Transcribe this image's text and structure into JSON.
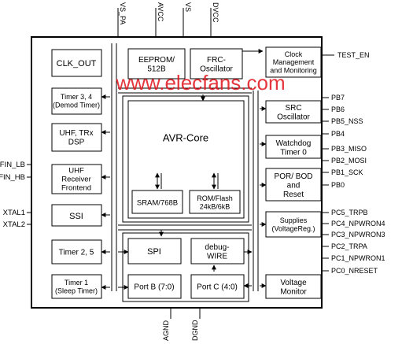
{
  "watermark": "www.elecfans.com",
  "top_pins": [
    "VS_PA",
    "AVCC",
    "VS",
    "DVCC"
  ],
  "bottom_pins": [
    "AGND",
    "DGND"
  ],
  "left_pins": [
    "RFIN_LB",
    "RFIN_HB",
    "XTAL1",
    "XTAL2"
  ],
  "right_pins": [
    "TEST_EN",
    "PB7",
    "PB6",
    "PB5_NSS",
    "PB4",
    "PB3_MISO",
    "PB2_MOSI",
    "PB1_SCK",
    "PB0",
    "PC5_TRPB",
    "PC4_NPWRON4",
    "PC3_NPWRON3",
    "PC2_TRPA",
    "PC1_NPWRON1",
    "PC0_NRESET"
  ],
  "blocks": {
    "clk_out": [
      "CLK_OUT"
    ],
    "timer34": [
      "Timer 3, 4",
      "(Demod Timer)"
    ],
    "uhf_dsp": [
      "UHF, TRx",
      "DSP"
    ],
    "uhf_frontend": [
      "UHF",
      "Receiver",
      "Frontend"
    ],
    "ssi": [
      "SSI"
    ],
    "timer25": [
      "Timer 2, 5"
    ],
    "timer1": [
      "Timer 1",
      "(Sleep Timer)"
    ],
    "eeprom": [
      "EEPROM/",
      "512B"
    ],
    "frc_osc": [
      "FRC-",
      "Oscillator"
    ],
    "clock_mgmt": [
      "Clock",
      "Management",
      "and Monitoring"
    ],
    "avr_core": [
      "AVR-Core"
    ],
    "sram": [
      "SRAM/768B"
    ],
    "rom_flash": [
      "ROM/Flash",
      "24kB/6kB"
    ],
    "src_osc": [
      "SRC",
      "Oscillator"
    ],
    "watchdog": [
      "Watchdog",
      "Timer 0"
    ],
    "por_bod": [
      "POR/ BOD",
      "and",
      "Reset"
    ],
    "supplies": [
      "Supplies",
      "(VoltageReg.)"
    ],
    "spi": [
      "SPI"
    ],
    "debugwire": [
      "debug-",
      "WIRE"
    ],
    "portb": [
      "Port B (7:0)"
    ],
    "portc": [
      "Port C (4:0)"
    ],
    "voltage_monitor": [
      "Voltage",
      "Monitor"
    ]
  }
}
